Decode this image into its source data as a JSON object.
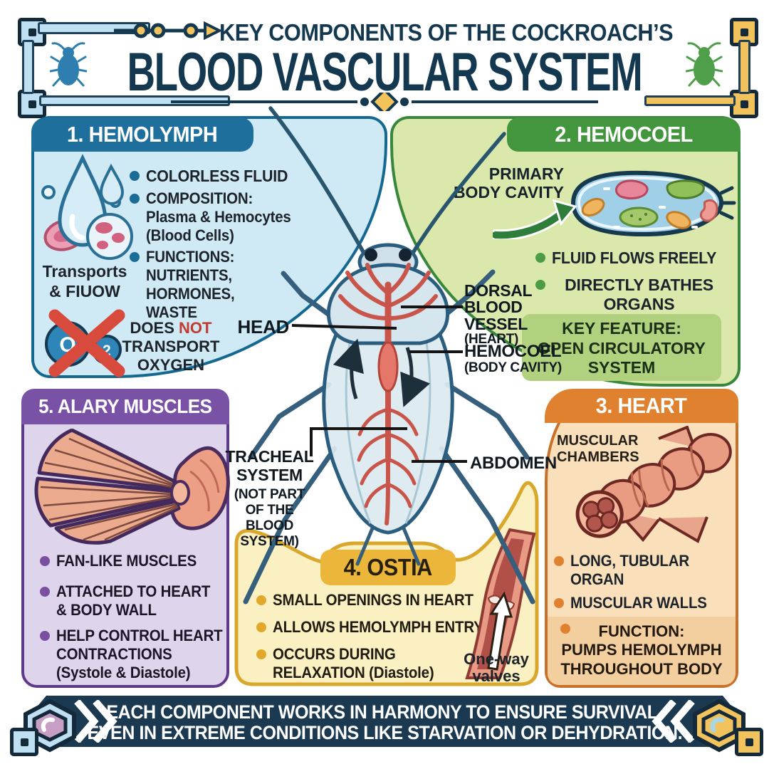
{
  "header": {
    "kicker": "KEY COMPONENTS OF THE COCKROACH’S",
    "title": "BLOOD VASCULAR SYSTEM"
  },
  "hemolymph": {
    "title": "1. HEMOLYMPH",
    "bullets": [
      "COLORLESS FLUID",
      "COMPOSITION:\nPlasma & Hemocytes\n(Blood Cells)",
      "FUNCTIONS:\nNUTRIENTS,\nHORMONES,\nWASTE"
    ],
    "caption": "Transports\n& FIUOW",
    "note": {
      "pre": "DOES ",
      "not": "NOT",
      "rest": "TRANSPORT\nOXYGEN"
    },
    "o2": {
      "o": "O",
      "two": "2"
    }
  },
  "hemocoel": {
    "title": "2. HEMOCOEL",
    "label": "PRIMARY\nBODY CAVITY",
    "bullets": [
      "FLUID FLOWS FREELY",
      "DIRECTLY BATHES\nORGANS"
    ],
    "key_feature": "KEY FEATURE:\nOPEN CIRCULATORY\nSYSTEM"
  },
  "heart": {
    "title": "3. HEART",
    "label": "MUSCULAR\nCHAMBERS",
    "bullets": [
      "LONG, TUBULAR\nORGAN",
      "MUSCULAR WALLS"
    ],
    "function": "FUNCTION:\nPUMPS HEMOLYMPH\nTHROUGHOUT BODY"
  },
  "ostia": {
    "title": "4. OSTIA",
    "bullets": [
      "SMALL OPENINGS IN HEART",
      "ALLOWS HEMOLYMPH ENTRY",
      "OCCURS DURING\nRELAXATION (Diastole)"
    ],
    "valve_label": "One-way\nvalves"
  },
  "alary": {
    "title": "5. ALARY MUSCLES",
    "bullets": [
      "FAN-LIKE MUSCLES",
      "ATTACHED TO HEART\n& BODY WALL",
      "HELP CONTROL HEART\nCONTRACTIONS\n(Systole & Diastole)"
    ]
  },
  "diagram": {
    "labels": {
      "head": "HEAD",
      "dorsal": "DORSAL\nBLOOD\nVESSEL",
      "dorsal_sub": "(HEART)",
      "hemocoel": "HEMOCOEL",
      "hemocoel_sub": "(BODY CAVITY)",
      "tracheal": "TRACHEAL\nSYSTEM",
      "tracheal_sub": "(NOT PART\nOF THE\nBLOOD\nSYSTEM)",
      "abdomen": "ABDOMEN"
    }
  },
  "footer": {
    "line1": "EACH COMPONENT WORKS IN HARMONY TO ENSURE SURVIVAL,",
    "line2": "EVEN IN EXTREME CONDITIONS LIKE STARVATION OR DEHYDRATION."
  },
  "colors": {
    "title_navy": "#14384f",
    "hemolymph_header": "#1e6f9c",
    "hemolymph_panel": "#cfe9f5",
    "hemocoel_header": "#44963e",
    "hemocoel_panel": "#dbe8ac",
    "heart_header": "#e0812f",
    "heart_panel": "#f9dfba",
    "ostia_tab": "#ecb63b",
    "ostia_panel": "#faf0c1",
    "alary_header": "#7a52a5",
    "alary_panel": "#ded5ec",
    "banner_bg": "#1b3950",
    "not_red": "#c23a30",
    "vessel_red": "#c9554a"
  }
}
